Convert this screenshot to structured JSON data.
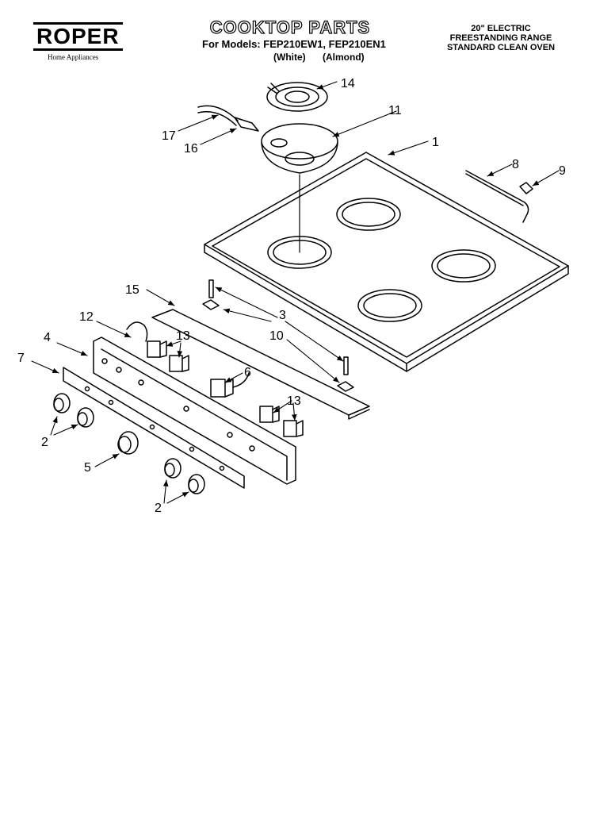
{
  "brand": {
    "name": "ROPER",
    "tagline": "Home Appliances"
  },
  "title": "COOKTOP PARTS",
  "models_line": "For Models: FEP210EW1, FEP210EN1",
  "model_colors": [
    "(White)",
    "(Almond)"
  ],
  "product_description": [
    "20\" ELECTRIC",
    "FREESTANDING RANGE",
    "STANDARD CLEAN OVEN"
  ],
  "callouts": {
    "c1": "1",
    "c2a": "2",
    "c2b": "2",
    "c3": "3",
    "c4": "4",
    "c5": "5",
    "c6": "6",
    "c7": "7",
    "c8": "8",
    "c9": "9",
    "c10": "10",
    "c11": "11",
    "c12": "12",
    "c13a": "13",
    "c13b": "13",
    "c14": "14",
    "c15": "15",
    "c16": "16",
    "c17": "17"
  }
}
